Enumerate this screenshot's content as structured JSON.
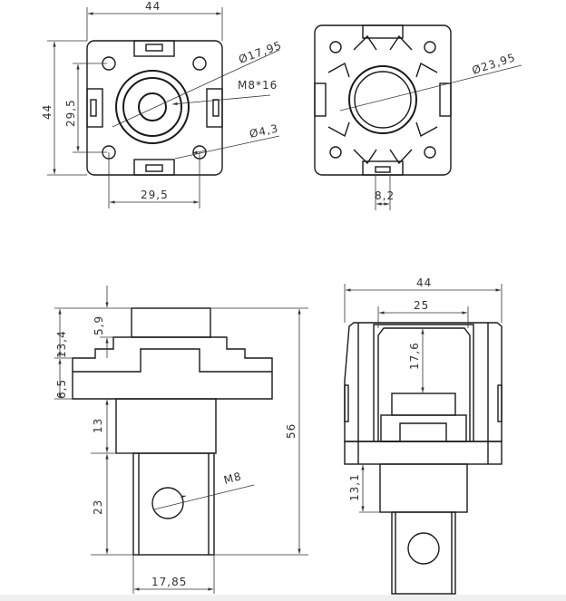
{
  "top_view": {
    "width": "44",
    "height": "44",
    "hole_spacing_v": "29,5",
    "hole_spacing_h": "29,5",
    "diameter_outer": "Ø17,95",
    "thread": "M8*16",
    "hole_diameter": "Ø4,3"
  },
  "bottom_view": {
    "diameter": "Ø23,95",
    "slot_width": "8,2"
  },
  "front_view": {
    "d1": "5,9",
    "d2": "13,4",
    "d3": "6,5",
    "d4": "13",
    "d5": "23",
    "height": "56",
    "thread": "M8",
    "shaft_width": "17,85"
  },
  "side_view": {
    "width": "44",
    "inner_width": "25",
    "depth": "17,6",
    "stem": "13,1"
  }
}
